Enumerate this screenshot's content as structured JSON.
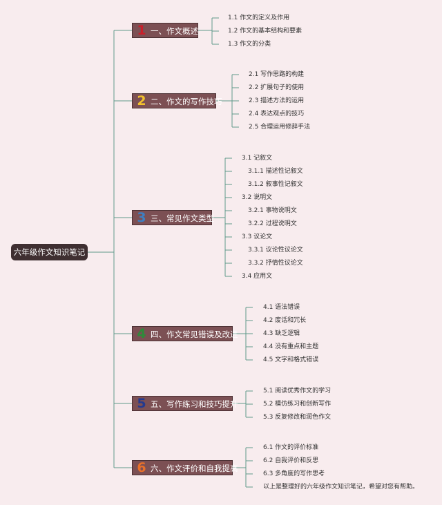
{
  "root": {
    "label": "六年级作文知识笔记"
  },
  "branches": [
    {
      "num": "1",
      "num_color": "#c8202b",
      "label": "一、作文概述",
      "items": [
        "1.1 作文的定义及作用",
        "1.2 作文的基本结构和要素",
        "1.3 作文的分类"
      ]
    },
    {
      "num": "2",
      "num_color": "#f2c12e",
      "label": "二、作文的写作技巧",
      "items": [
        "2.1 写作思路的构建",
        "2.2 扩展句子的使用",
        "2.3 描述方法的运用",
        "2.4 表达观点的技巧",
        "2.5 合理运用修辞手法"
      ]
    },
    {
      "num": "3",
      "num_color": "#3e7fc1",
      "label": "三、常见作文类型",
      "items": [
        "3.1 记叙文",
        "3.1.1 描述性记叙文",
        "3.1.2 叙事性记叙文",
        "3.2 说明文",
        "3.2.1 事物说明文",
        "3.2.2 过程说明文",
        "3.3 议论文",
        "3.3.1 议论性议论文",
        "3.3.2 抒情性议论文",
        "3.4 应用文"
      ]
    },
    {
      "num": "4",
      "num_color": "#2f8a3a",
      "label": "四、作文常见错误及改进",
      "items": [
        "4.1 语法错误",
        "4.2 废话和冗长",
        "4.3 缺乏逻辑",
        "4.4 没有重点和主题",
        "4.5 文字和格式错误"
      ]
    },
    {
      "num": "5",
      "num_color": "#253a8f",
      "label": "五、写作练习和技巧提升",
      "items": [
        "5.1 阅读优秀作文的学习",
        "5.2 模仿练习和创新写作",
        "5.3 反复修改和润色作文"
      ]
    },
    {
      "num": "6",
      "num_color": "#e8702a",
      "label": "六、作文评价和自我提高",
      "items": [
        "6.1 作文的评价标准",
        "6.2 自我评价和反思",
        "6.3 多角度的写作思考",
        "以上是整理好的六年级作文知识笔记，希望对您有帮助。"
      ]
    }
  ],
  "colors": {
    "line": "#5f9a8a",
    "branch_bg": "#7c5054",
    "root_bg": "#3f2f31"
  }
}
